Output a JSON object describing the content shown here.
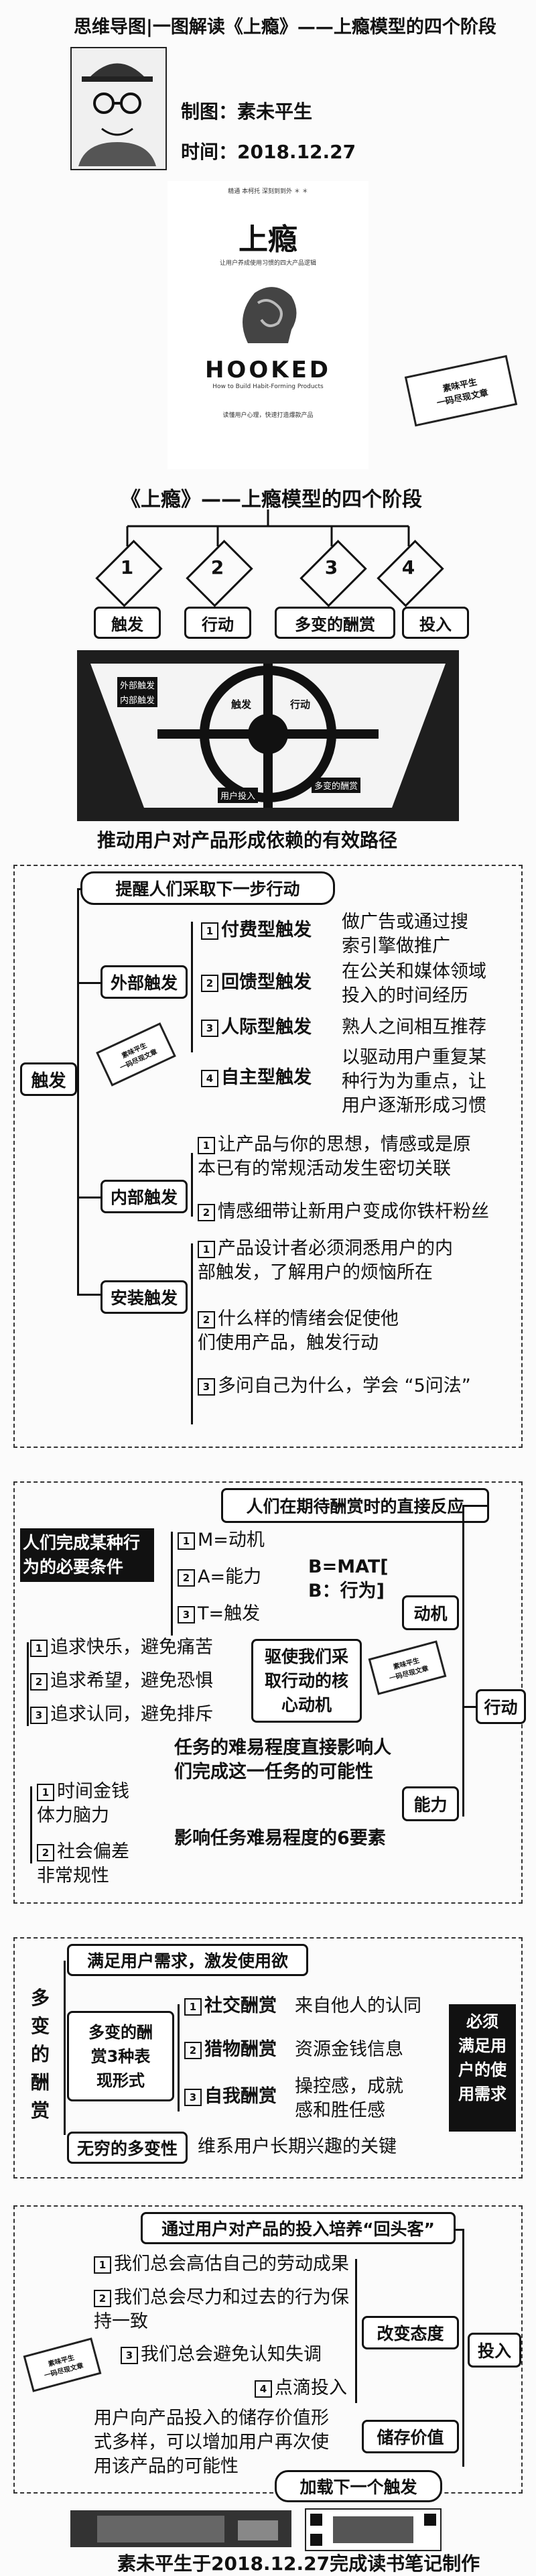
{
  "header": {
    "title": "思维导图|一图解读《上瘾》——上瘾模型的四个阶段",
    "author_label": "制图：素未平生",
    "time_label": "时间：2018.12.27"
  },
  "book": {
    "top_small": "精通 本柯托 深刻到到外 ＊ ＊",
    "title_cn": "上瘾",
    "subtitle_cn": "让用户养成使用习惯的四大产品逻辑",
    "title_en": "HOOKED",
    "subtitle_en": "How to Build Habit-Forming Products",
    "bottom_small": "读懂用户心理，快速打造爆款产品"
  },
  "stamp": {
    "line1": "素味平生",
    "line2": "一码尽现文章"
  },
  "model": {
    "heading": "《上瘾》——上瘾模型的四个阶段",
    "steps": [
      "1",
      "2",
      "3",
      "4"
    ],
    "stages": [
      "触发",
      "行动",
      "多变的酬赏",
      "投入"
    ],
    "caption": "推动用户对产品形成依赖的有效路径",
    "quad_labels": [
      "外部触发",
      "内部触发",
      "用户投入",
      "多变的酬赏",
      "触发",
      "行动"
    ]
  },
  "trigger": {
    "root": "触发",
    "top": "提醒人们采取下一步行动",
    "external": {
      "label": "外部触发",
      "items": [
        {
          "n": "1",
          "name": "付费型触发",
          "desc": "做广告或通过搜\n索引擎做推广"
        },
        {
          "n": "2",
          "name": "回馈型触发",
          "desc": "在公关和媒体领域\n投入的时间经历"
        },
        {
          "n": "3",
          "name": "人际型触发",
          "desc": "熟人之间相互推荐"
        },
        {
          "n": "4",
          "name": "自主型触发",
          "desc": "以驱动用户重复某\n种行为为重点，让\n用户逐渐形成习惯"
        }
      ]
    },
    "internal": {
      "label": "内部触发",
      "items": [
        {
          "n": "1",
          "desc": "让产品与你的思想，情感或是原\n本已有的常规活动发生密切关联"
        },
        {
          "n": "2",
          "desc": "情感细带让新用户变成你铁杆粉丝"
        }
      ]
    },
    "design": {
      "label": "安装触发",
      "items": [
        {
          "n": "1",
          "desc": "产品设计者必须洞悉用户的内\n部触发，了解用户的烦恼所在"
        },
        {
          "n": "2",
          "desc": "什么样的情绪会促使他\n们使用产品，触发行动"
        },
        {
          "n": "3",
          "desc": "多问自己为什么，学会 “5问法”"
        }
      ]
    }
  },
  "action": {
    "root": "行动",
    "top": "人们在期待酬赏时的直接反应",
    "condition": "人们完成某种行\n为的必要条件",
    "formula": [
      "M=动机",
      "A=能力",
      "T=触发"
    ],
    "bmat": "B=MAT[\nB：行为]",
    "motive_label": "动机",
    "motive_items": [
      {
        "n": "1",
        "desc": "追求快乐，避免痛苦"
      },
      {
        "n": "2",
        "desc": "追求希望，避免恐惧"
      },
      {
        "n": "3",
        "desc": "追求认同，避免排斥"
      }
    ],
    "motive_core": "驱使我们采\n取行动的核\n心动机",
    "ability_label": "能力",
    "ability_desc": "任务的难易程度直接影响人\n们完成这一任务的可能性",
    "six_factors": "影响任务难易程度的6要素",
    "factors": [
      "时间金钱\n体力脑力",
      "社会偏差\n非常规性"
    ]
  },
  "reward": {
    "root": "多\n变\n的\n酬\n赏",
    "top": "满足用户需求，激发使用欲",
    "forms": "多变的酬\n赏3种表\n现形式",
    "items": [
      {
        "n": "1",
        "name": "社交酬赏",
        "desc": "来自他人的认同"
      },
      {
        "n": "2",
        "name": "猎物酬赏",
        "desc": "资源金钱信息"
      },
      {
        "n": "3",
        "name": "自我酬赏",
        "desc": "操控感，成就\n感和胜任感"
      }
    ],
    "finite": "无穷的多变性",
    "finite_desc": "维系用户长期兴趣的关键",
    "right": "必须\n满足用\n户的使\n用需求"
  },
  "invest": {
    "root": "投入",
    "top": "通过用户对产品的投入培养“回头客”",
    "attitude": "改变态度",
    "items": [
      {
        "n": "1",
        "desc": "我们总会高估自己的劳动成果"
      },
      {
        "n": "2",
        "desc": "我们总会尽力和过去的行为保\n持一致"
      },
      {
        "n": "3",
        "desc": "我们总会避免认知失调"
      },
      {
        "n": "4",
        "desc": "点滴投入"
      }
    ],
    "store": "储存价值",
    "store_desc": "用户向产品投入的储存价值形\n式多样，可以增加用户再次使\n用该产品的可能性",
    "next": "加载下一个触发"
  },
  "footer": {
    "text": "素未平生于2018.12.27完成读书笔记制作"
  }
}
